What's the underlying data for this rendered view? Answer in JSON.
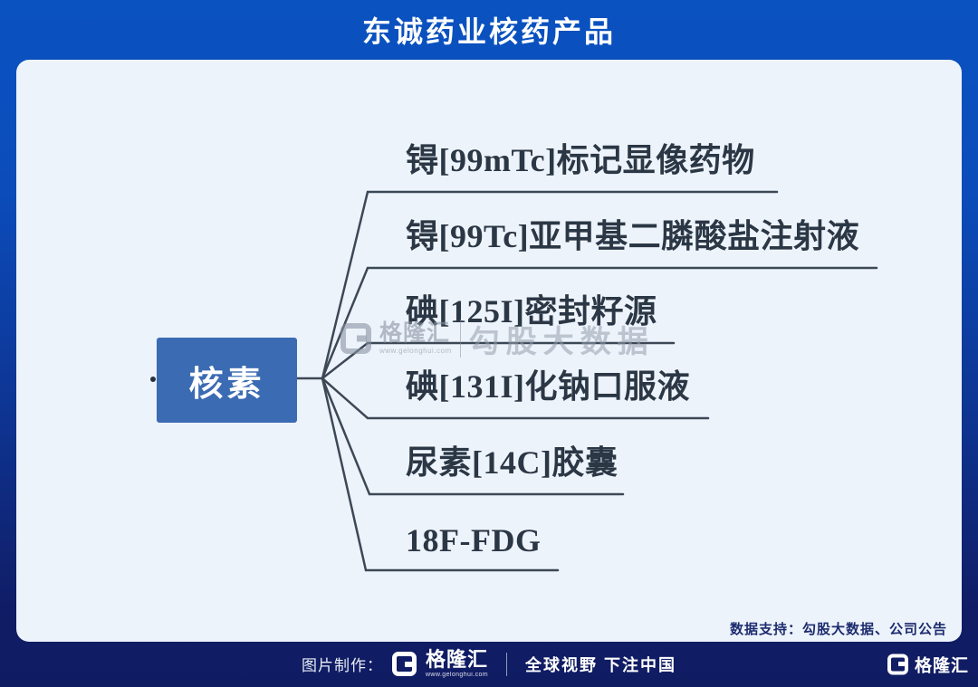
{
  "title": "东诚药业核药产品",
  "diagram": {
    "root": {
      "label": "核素"
    },
    "items": [
      {
        "label": "锝[99mTc]标记显像药物"
      },
      {
        "label": "锝[99Tc]亚甲基二膦酸盐注射液"
      },
      {
        "label": "碘[125I]密封籽源"
      },
      {
        "label": "碘[131I]化钠口服液"
      },
      {
        "label": "尿素[14C]胶囊"
      },
      {
        "label": "18F-FDG"
      }
    ]
  },
  "watermark": {
    "logo_icon": "gelonghui-logo",
    "brand": "格隆汇",
    "url": "www.gelonghui.com",
    "partner": "勾股大数据"
  },
  "card_note": "数据支持：勾股大数据、公司公告",
  "footer": {
    "credit_label": "图片制作：",
    "brand": "格隆汇",
    "brand_url": "www.gelonghui.com",
    "slogan": "全球视野 下注中国",
    "right_brand": "格隆汇"
  },
  "colors": {
    "background_top": "#0a52c0",
    "background_bottom": "#101c62",
    "card": "#edf3fb",
    "root_node": "#3a6bb3",
    "connector_line": "#3d4856",
    "item_text": "#2b3745",
    "note_text": "#1d2c6e"
  }
}
